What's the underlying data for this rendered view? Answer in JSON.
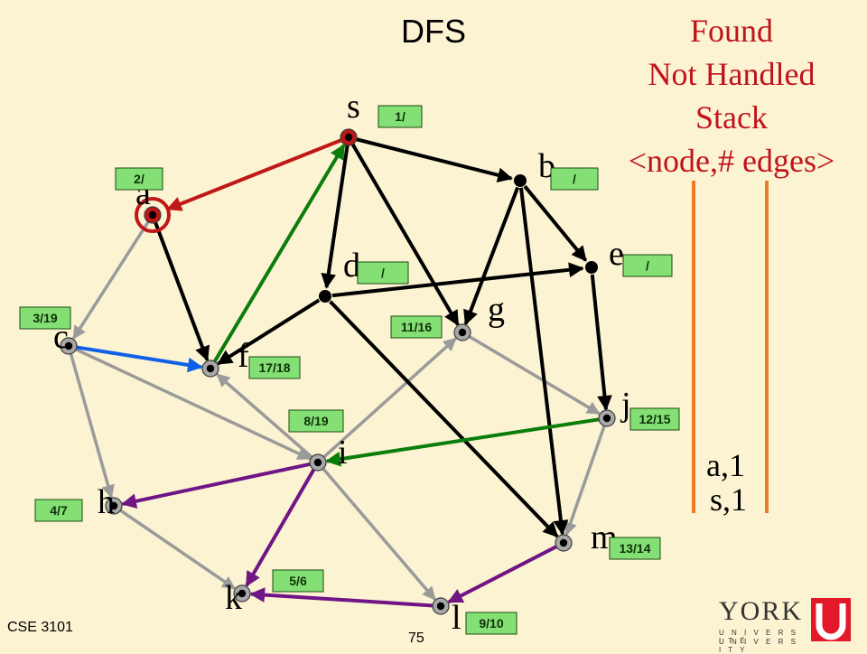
{
  "title": "DFS",
  "legend": [
    "Found",
    "Not Handled",
    "Stack",
    "<node,# edges>"
  ],
  "stack": [
    "a,1",
    "s,1"
  ],
  "footer": {
    "course": "CSE 3101",
    "page": "75"
  },
  "logo": {
    "word": "YORK",
    "line1": "U N I V E R S I T É",
    "line2": "U N I V E R S I T Y"
  },
  "colors": {
    "found": "#c01717",
    "tree_edge": "#000000",
    "back_edge": "#0a7d0a",
    "forward_edge": "#6f1585",
    "cross_edge": "#1060e8",
    "unvisited_edge": "#9a9a9a",
    "timestamp_fill": "#84e074",
    "stack_bar": "#ef7a24"
  },
  "nodes": [
    {
      "id": "s",
      "label": "s",
      "time": "1/",
      "state": "found"
    },
    {
      "id": "a",
      "label": "a",
      "time": "2/",
      "state": "current"
    },
    {
      "id": "b",
      "label": "b",
      "time": "/",
      "state": "unvisited"
    },
    {
      "id": "e",
      "label": "e",
      "time": "/",
      "state": "unvisited"
    },
    {
      "id": "d",
      "label": "d",
      "time": "/",
      "state": "unvisited"
    },
    {
      "id": "g",
      "label": "g",
      "time": "11/16",
      "state": "handled"
    },
    {
      "id": "c",
      "label": "c",
      "time": "3/19",
      "state": "handled"
    },
    {
      "id": "f",
      "label": "f",
      "time": "17/18",
      "state": "handled"
    },
    {
      "id": "j",
      "label": "j",
      "time": "12/15",
      "state": "handled"
    },
    {
      "id": "i",
      "label": "i",
      "time": "8/19",
      "state": "handled"
    },
    {
      "id": "h",
      "label": "h",
      "time": "4/7",
      "state": "handled"
    },
    {
      "id": "m",
      "label": "m",
      "time": "13/14",
      "state": "handled"
    },
    {
      "id": "k",
      "label": "k",
      "time": "5/6",
      "state": "handled"
    },
    {
      "id": "l",
      "label": "l",
      "time": "9/10",
      "state": "handled"
    }
  ],
  "edges": [
    {
      "from": "s",
      "to": "a",
      "kind": "found"
    },
    {
      "from": "s",
      "to": "b",
      "kind": "tree"
    },
    {
      "from": "s",
      "to": "d",
      "kind": "tree"
    },
    {
      "from": "s",
      "to": "g",
      "kind": "tree"
    },
    {
      "from": "b",
      "to": "e",
      "kind": "tree"
    },
    {
      "from": "b",
      "to": "g",
      "kind": "tree"
    },
    {
      "from": "b",
      "to": "m",
      "kind": "tree"
    },
    {
      "from": "d",
      "to": "e",
      "kind": "tree"
    },
    {
      "from": "d",
      "to": "f",
      "kind": "tree"
    },
    {
      "from": "d",
      "to": "m",
      "kind": "tree"
    },
    {
      "from": "e",
      "to": "j",
      "kind": "tree"
    },
    {
      "from": "a",
      "to": "f",
      "kind": "tree"
    },
    {
      "from": "a",
      "to": "c",
      "kind": "unvisited"
    },
    {
      "from": "f",
      "to": "s",
      "kind": "back"
    },
    {
      "from": "c",
      "to": "f",
      "kind": "cross"
    },
    {
      "from": "c",
      "to": "i",
      "kind": "unvisited"
    },
    {
      "from": "c",
      "to": "h",
      "kind": "unvisited"
    },
    {
      "from": "g",
      "to": "j",
      "kind": "unvisited"
    },
    {
      "from": "j",
      "to": "i",
      "kind": "back"
    },
    {
      "from": "j",
      "to": "m",
      "kind": "unvisited"
    },
    {
      "from": "i",
      "to": "f",
      "kind": "unvisited"
    },
    {
      "from": "i",
      "to": "g",
      "kind": "unvisited"
    },
    {
      "from": "i",
      "to": "h",
      "kind": "forward"
    },
    {
      "from": "i",
      "to": "k",
      "kind": "forward"
    },
    {
      "from": "i",
      "to": "l",
      "kind": "unvisited"
    },
    {
      "from": "h",
      "to": "k",
      "kind": "unvisited"
    },
    {
      "from": "m",
      "to": "l",
      "kind": "forward"
    },
    {
      "from": "l",
      "to": "k",
      "kind": "forward"
    }
  ]
}
